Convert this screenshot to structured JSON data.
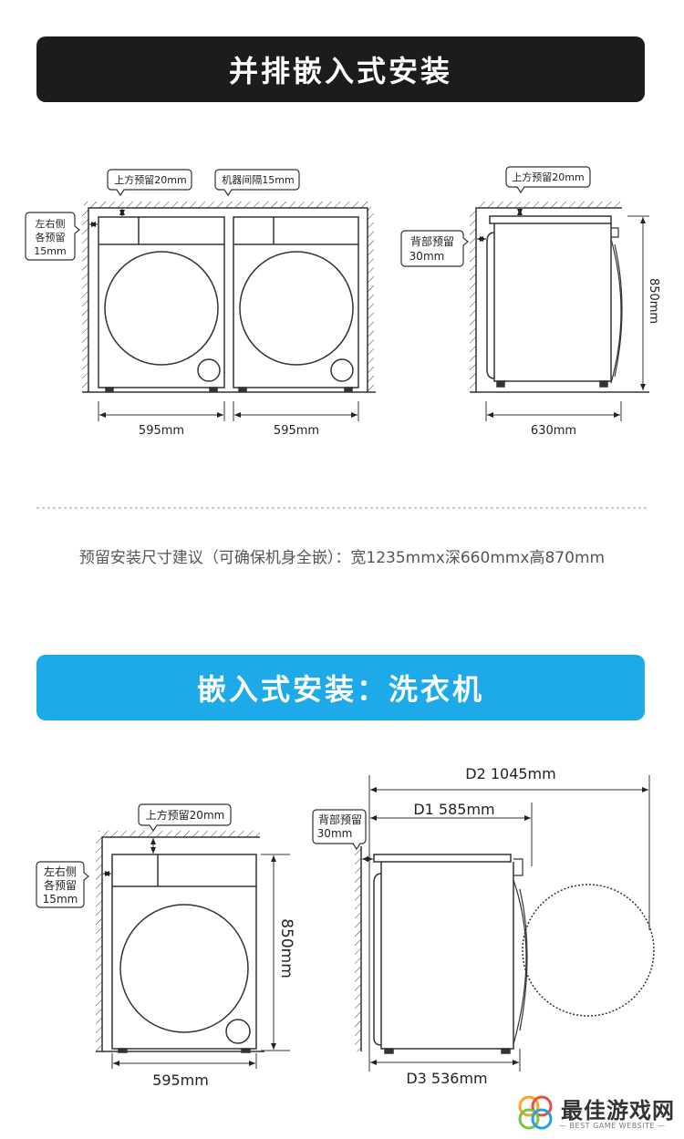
{
  "section1": {
    "title": "并排嵌入式安装",
    "callout_top": "上方预留20mm",
    "callout_gap": "机器间隔15mm",
    "callout_sides": [
      "左右侧",
      "各预留",
      "15mm"
    ],
    "width_left": "595mm",
    "width_right": "595mm",
    "side_callout_top": "上方预留20mm",
    "side_callout_back": [
      "背部预留",
      "30mm"
    ],
    "side_height": "850mm",
    "side_depth": "630mm",
    "recommendation": "预留安装尺寸建议（可确保机身全嵌）：宽1235mmx深660mmx高870mm"
  },
  "section2": {
    "title": "嵌入式安装：洗衣机",
    "callout_top": "上方预留20mm",
    "callout_sides": [
      "左右侧",
      "各预留",
      "15mm"
    ],
    "front_height": "850mm",
    "front_width": "595mm",
    "callout_back": [
      "背部预留",
      "30mm"
    ],
    "d2": "D2 1045mm",
    "d1": "D1 585mm",
    "d3": "D3 536mm"
  },
  "watermark": {
    "name": "最佳游戏网",
    "sub": "— BEST GAME WEBSITE —"
  }
}
